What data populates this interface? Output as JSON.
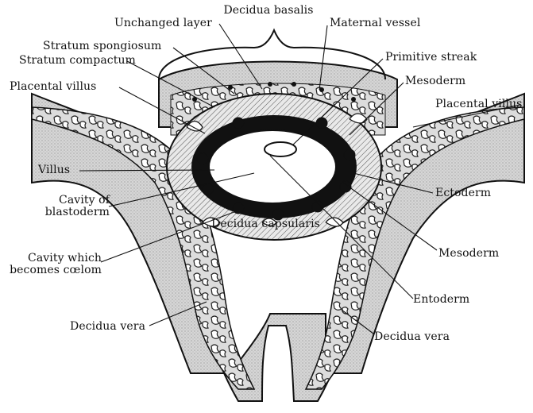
{
  "figure": {
    "labels": {
      "decidua_basalis": "Decidua basalis",
      "unchanged_layer": "Unchanged layer",
      "maternal_vessel": "Maternal vessel",
      "stratum_spongiosum": "Stratum spongiosum",
      "stratum_compactum": "Stratum compactum",
      "primitive_streak": "Primitive streak",
      "mesoderm_top": "Mesoderm",
      "placental_villus_left": "Placental villus",
      "placental_villus_right": "Placental villus",
      "villus": "Villus",
      "cavity_of_blastoderm_1": "Cavity of",
      "cavity_of_blastoderm_2": "blastoderm",
      "ectoderm": "Ectoderm",
      "decidua_capsularis": "Decidua capsularis",
      "mesoderm_right": "Mesoderm",
      "cavity_coelom_1": "Cavity which",
      "cavity_coelom_2": "becomes cœlom",
      "entoderm": "Entoderm",
      "decidua_vera_left": "Decidua vera",
      "decidua_vera_right": "Decidua vera"
    }
  }
}
